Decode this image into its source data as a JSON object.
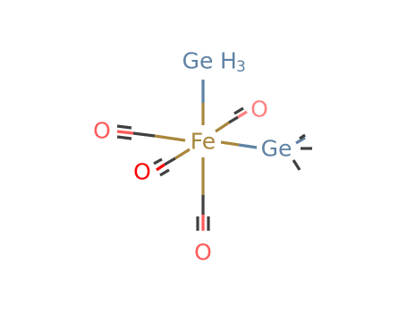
{
  "atoms": {
    "fe": "Fe",
    "ge_top": "Ge",
    "ge_top_h": "H",
    "ge_top_count": "3",
    "ge_right": "Ge",
    "o_left": "O",
    "o_upper_right": "O",
    "o_lower_left": "O",
    "o_bottom": "O"
  },
  "colors": {
    "iron": "#a8863c",
    "germanium": "#5e82a4",
    "oxygen": "#ff5a5a",
    "oxygen_dark": "#ff0000",
    "oxygen_light": "#ff8080",
    "carbon": "#404040",
    "background": "#ffffff"
  }
}
